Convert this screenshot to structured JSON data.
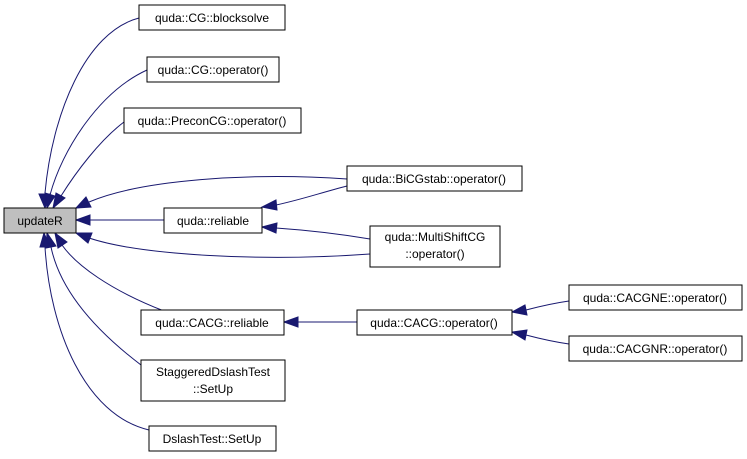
{
  "colors": {
    "edge": "#191970",
    "root_fill": "#bfbfbf",
    "node_fill": "#ffffff",
    "node_border": "#000000"
  },
  "nodes": {
    "updateR": [
      "updateR"
    ],
    "cg_blocksolve": [
      "quda::CG::blocksolve"
    ],
    "cg_operator": [
      "quda::CG::operator()"
    ],
    "preconcg_operator": [
      "quda::PreconCG::operator()"
    ],
    "reliable": [
      "quda::reliable"
    ],
    "bicgstab_operator": [
      "quda::BiCGstab::operator()"
    ],
    "multishiftcg_operator": [
      "quda::MultiShiftCG",
      "::operator()"
    ],
    "cacg_reliable": [
      "quda::CACG::reliable"
    ],
    "cacg_operator": [
      "quda::CACG::operator()"
    ],
    "cacgne_operator": [
      "quda::CACGNE::operator()"
    ],
    "cacgnr_operator": [
      "quda::CACGNR::operator()"
    ],
    "staggered_setup": [
      "StaggeredDslashTest",
      "::SetUp"
    ],
    "dslash_setup": [
      "DslashTest::SetUp"
    ]
  }
}
